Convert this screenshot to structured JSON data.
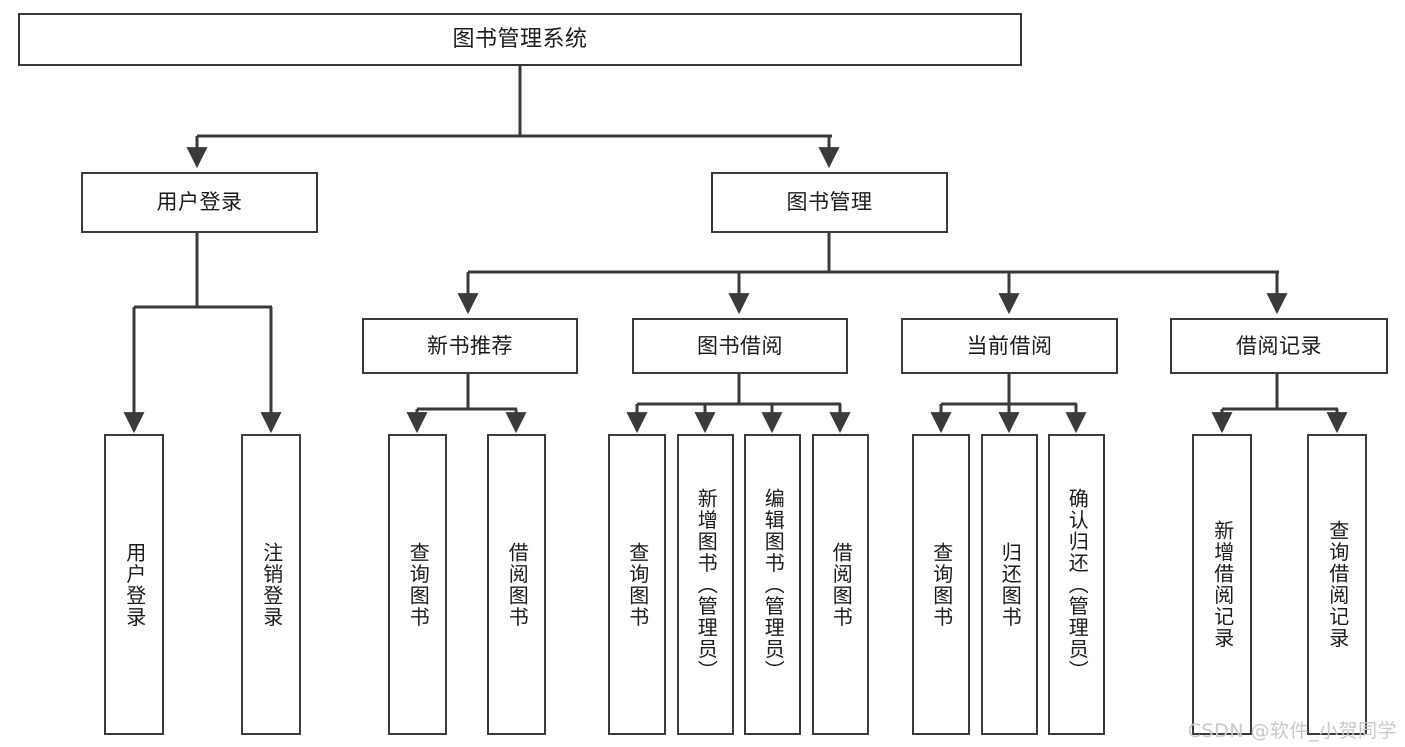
{
  "diagram": {
    "title": "图书管理系统",
    "watermark": "CSDN @软件_小贺同学",
    "line_color": "#3a3a3a",
    "box_fill": "#ffffff",
    "text_color": "#1b1b1b",
    "watermark_color": "#c9c9c9"
  },
  "nodes": {
    "root": {
      "label": "图书管理系统"
    },
    "level2": [
      {
        "label": "用户登录"
      },
      {
        "label": "图书管理"
      }
    ],
    "level3": [
      {
        "label": "新书推荐"
      },
      {
        "label": "图书借阅"
      },
      {
        "label": "当前借阅"
      },
      {
        "label": "借阅记录"
      }
    ],
    "leaves_user_login": [
      {
        "label": "用户登录"
      },
      {
        "label": "注销登录"
      }
    ],
    "leaves_new_book": [
      {
        "label": "查询图书"
      },
      {
        "label": "借阅图书"
      }
    ],
    "leaves_borrow": [
      {
        "label": "查询图书"
      },
      {
        "label": "新增图书（管理员）"
      },
      {
        "label": "编辑图书（管理员）"
      },
      {
        "label": "借阅图书"
      }
    ],
    "leaves_current": [
      {
        "label": "查询图书"
      },
      {
        "label": "归还图书"
      },
      {
        "label": "确认归还（管理员）"
      }
    ],
    "leaves_record": [
      {
        "label": "新增借阅记录"
      },
      {
        "label": "查询借阅记录"
      }
    ]
  }
}
